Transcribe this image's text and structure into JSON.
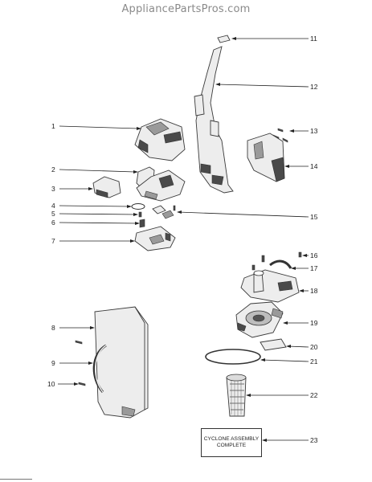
{
  "watermark": "AppliancePartsPros.com",
  "callouts": [
    "1",
    "2",
    "3",
    "4",
    "5",
    "6",
    "7",
    "8",
    "9",
    "10",
    "11",
    "12",
    "13",
    "14",
    "15",
    "16",
    "17",
    "18",
    "19",
    "20",
    "21",
    "22",
    "23"
  ],
  "assembly_box": {
    "line1": "CYCLONE ASSEMBLY",
    "line2": "COMPLETE"
  },
  "colors": {
    "ink": "#222222",
    "part_fill": "#ededed",
    "dark_fill": "#4a4a4a"
  }
}
